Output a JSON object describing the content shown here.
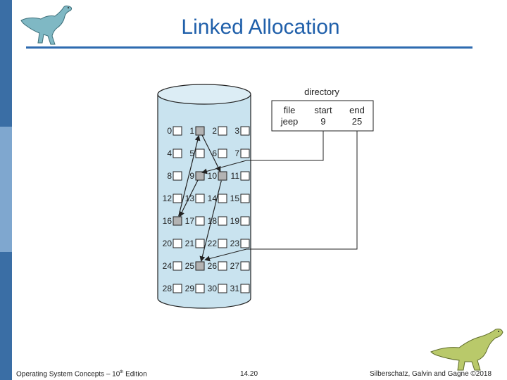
{
  "slide": {
    "title": "Linked Allocation",
    "footer_left_pre": "Operating System Concepts – 10",
    "footer_left_sup": "th",
    "footer_left_post": " Edition",
    "footer_center": "14.20",
    "footer_right": "Silberschatz, Galvin and Gagne ©2018"
  },
  "colors": {
    "accent": "#1f5faa",
    "sidebar": "#3a6ea5",
    "disk_fill": "#c9e3ef",
    "block_used": "#b3b3b3"
  },
  "directory": {
    "label": "directory",
    "headers": [
      "file",
      "start",
      "end"
    ],
    "rows": [
      [
        "jeep",
        "9",
        "25"
      ]
    ]
  },
  "disk": {
    "block_numbers": [
      "0",
      "1",
      "2",
      "3",
      "4",
      "5",
      "6",
      "7",
      "8",
      "9",
      "10",
      "11",
      "12",
      "13",
      "14",
      "15",
      "16",
      "17",
      "18",
      "19",
      "20",
      "21",
      "22",
      "23",
      "24",
      "25",
      "26",
      "27",
      "28",
      "29",
      "30",
      "31"
    ],
    "used_blocks": [
      1,
      9,
      10,
      16,
      25
    ],
    "chain": [
      9,
      16,
      1,
      10,
      25
    ]
  }
}
